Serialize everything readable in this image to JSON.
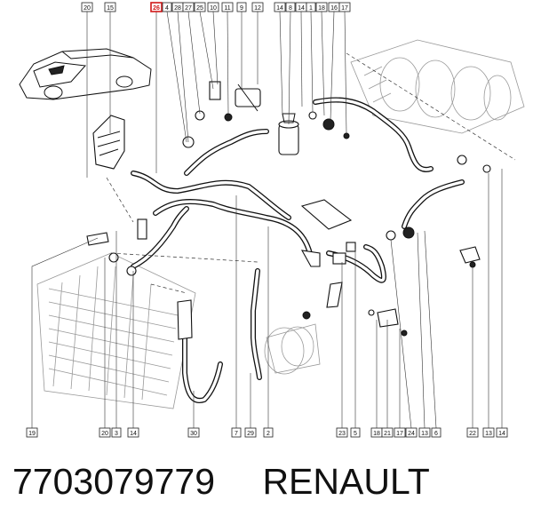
{
  "callouts_top": [
    {
      "label": "20"
    },
    {
      "label": "15"
    },
    {
      "label": "26",
      "highlight": true
    },
    {
      "label": "4"
    },
    {
      "label": "28"
    },
    {
      "label": "27"
    },
    {
      "label": "25"
    },
    {
      "label": "10"
    },
    {
      "label": "11"
    },
    {
      "label": "9"
    },
    {
      "label": "12"
    },
    {
      "label": "14"
    },
    {
      "label": "8"
    },
    {
      "label": "14"
    },
    {
      "label": "1"
    },
    {
      "label": "18"
    },
    {
      "label": "16"
    },
    {
      "label": "17"
    }
  ],
  "callouts_bottom": [
    {
      "label": "19"
    },
    {
      "label": "20"
    },
    {
      "label": "3"
    },
    {
      "label": "14"
    },
    {
      "label": "30"
    },
    {
      "label": "7"
    },
    {
      "label": "29"
    },
    {
      "label": "2"
    },
    {
      "label": "23"
    },
    {
      "label": "5"
    },
    {
      "label": "18"
    },
    {
      "label": "21"
    },
    {
      "label": "17"
    },
    {
      "label": "24"
    },
    {
      "label": "13"
    },
    {
      "label": "6"
    },
    {
      "label": "22"
    },
    {
      "label": "13"
    },
    {
      "label": "14"
    }
  ],
  "caption": {
    "part_number": "7703079779",
    "brand": "RENAULT"
  },
  "colors": {
    "line": "#111111",
    "highlight": "#d01818",
    "background": "#ffffff"
  }
}
